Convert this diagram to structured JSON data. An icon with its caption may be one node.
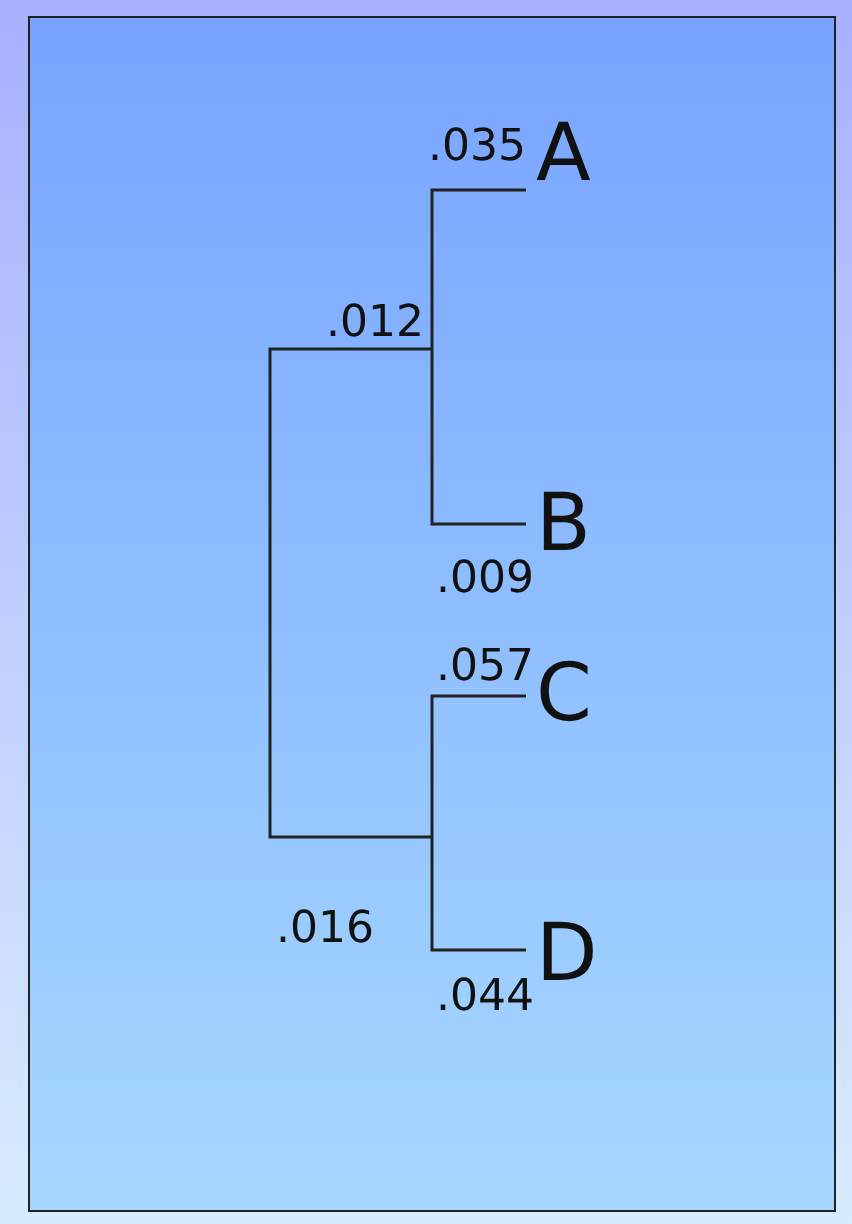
{
  "diagram": {
    "nodes": [
      {
        "text": [
          "A"
        ]
      },
      {
        "text": [
          "B"
        ]
      },
      {
        "text": [
          "C"
        ]
      },
      {
        "text": [
          "D"
        ]
      }
    ],
    "edges": [
      {
        "from": 0,
        "to": 1,
        "arrow": "none"
      },
      {
        "from": 2,
        "to": 3,
        "arrow": "none"
      }
    ],
    "labels": [
      ".035",
      ".012",
      ".009",
      ".057",
      ".016",
      ".044"
    ]
  }
}
